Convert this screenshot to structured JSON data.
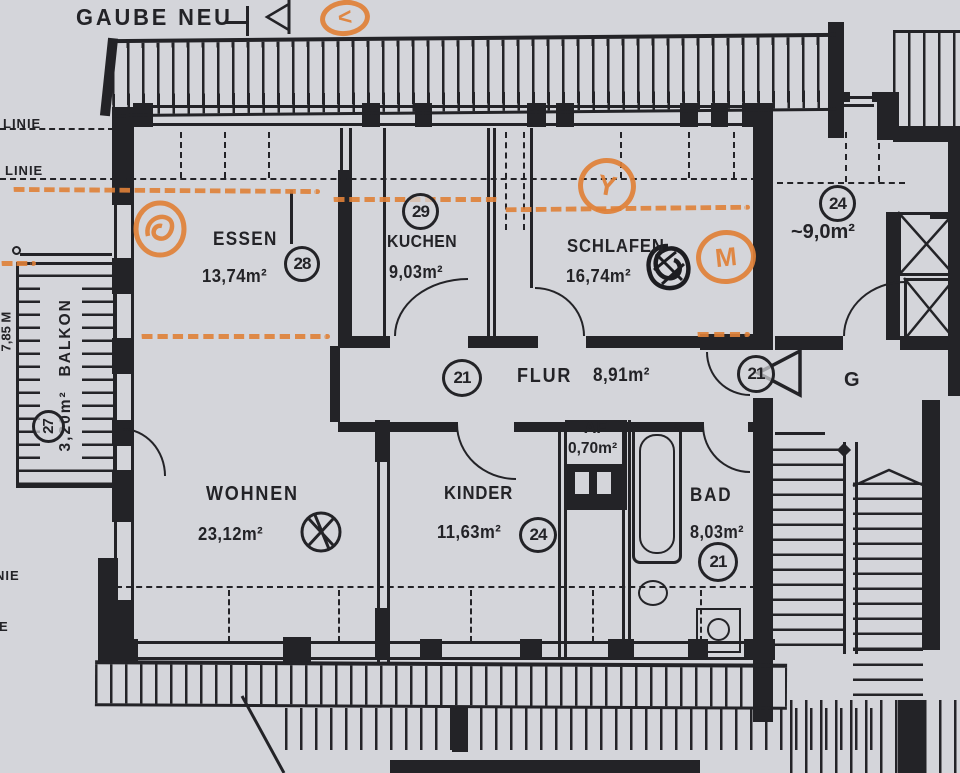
{
  "colors": {
    "paper": "#d4d5da",
    "ink": "#232327",
    "orange": "#e08138"
  },
  "header": {
    "gaube_neu": "GAUBE NEU"
  },
  "reference_lines": {
    "linie_top": "LINIE",
    "linie_mid": "LINIE",
    "linie_bottom_partial": "NIE",
    "linie_bottom_partial2": "E"
  },
  "side_dimension": "7,85 M",
  "rooms": {
    "essen": {
      "name": "ESSEN",
      "area": "13,74m²",
      "number": "28"
    },
    "kuechen": {
      "name": "KUCHEN",
      "area": "9,03m²",
      "number": "29"
    },
    "schlafen": {
      "name": "SCHLAFEN",
      "area": "16,74m²",
      "number": ""
    },
    "flur": {
      "name": "FLUR",
      "area": "8,91m²",
      "number": "21"
    },
    "wohnen": {
      "name": "WOHNEN",
      "area": "23,12m²",
      "number": ""
    },
    "kinder": {
      "name": "KINDER",
      "area": "11,63m²",
      "number": "24"
    },
    "bad": {
      "name": "BAD",
      "area": "8,03m²",
      "number": "21"
    },
    "af": {
      "name": "AF",
      "area": "0,70m²"
    },
    "balkon": {
      "name": "BALKON",
      "area": "3,20m²",
      "number": "27"
    },
    "nebenraum": {
      "area": "~9,0m²",
      "number": "24"
    },
    "g": {
      "name": "G"
    }
  },
  "entrance": {
    "number": "21"
  },
  "handwritten_marks": {
    "top_chevron": "<",
    "schlafen_y": "Y",
    "schlafen_m": "M"
  }
}
